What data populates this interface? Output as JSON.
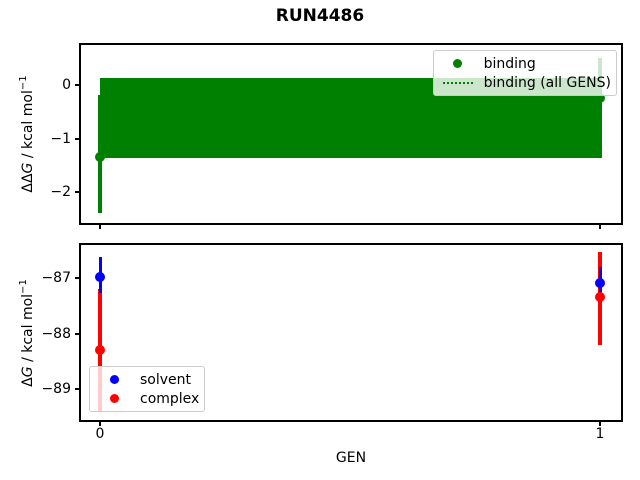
{
  "title": "RUN4486",
  "xlabel": "GEN",
  "colors": {
    "binding": "#008000",
    "solvent": "#0000ff",
    "complex": "#ff0000",
    "spine": "#000000",
    "legend_border": "#cccccc"
  },
  "chart_data": [
    {
      "type": "errorbar",
      "name": "binding-vs-gen",
      "ylabel_parts": [
        {
          "t": "ΔΔ",
          "s": "n"
        },
        {
          "t": "G",
          "s": "i"
        },
        {
          "t": " / kcal mol",
          "s": "n"
        },
        {
          "t": "−1",
          "s": "sup"
        }
      ],
      "xlim": [
        -0.042,
        1.046
      ],
      "ylim": [
        -2.62,
        0.79
      ],
      "yticks": {
        "positions": [
          0,
          -1,
          -2
        ],
        "labels": [
          "0",
          "−1",
          "−2"
        ]
      },
      "xticks": {
        "positions": [
          0,
          1
        ],
        "labels": []
      },
      "grid": false,
      "band": {
        "label": "binding (all GENS)",
        "x": [
          0,
          1
        ],
        "mean": -0.62,
        "lo": -1.36,
        "hi": 0.13,
        "color_key": "binding",
        "line_style": "dotted"
      },
      "series": [
        {
          "name": "binding",
          "color_key": "binding",
          "points": [
            {
              "x": 0,
              "y": -1.35,
              "lo": -2.39,
              "hi": -0.19
            },
            {
              "x": 1,
              "y": -0.24,
              "lo": -0.98,
              "hi": 0.5
            }
          ]
        }
      ],
      "legend": {
        "position": "upper-right",
        "entries": [
          {
            "label": "binding",
            "marker": "dot",
            "color_key": "binding"
          },
          {
            "label": "binding (all GENS)",
            "marker": "dotted",
            "color_key": "binding"
          }
        ]
      }
    },
    {
      "type": "errorbar",
      "name": "dg-vs-gen",
      "ylabel_parts": [
        {
          "t": "Δ",
          "s": "n"
        },
        {
          "t": "G",
          "s": "i"
        },
        {
          "t": " / kcal mol",
          "s": "n"
        },
        {
          "t": "−1",
          "s": "sup"
        }
      ],
      "xlim": [
        -0.042,
        1.046
      ],
      "ylim": [
        -89.59,
        -86.37
      ],
      "yticks": {
        "positions": [
          -87,
          -88,
          -89
        ],
        "labels": [
          "−87",
          "−88",
          "−89"
        ]
      },
      "xticks": {
        "positions": [
          0,
          1
        ],
        "labels": [
          "0",
          "1"
        ]
      },
      "grid": false,
      "series": [
        {
          "name": "solvent",
          "color_key": "solvent",
          "points": [
            {
              "x": 0,
              "y": -86.98,
              "lo": -87.27,
              "hi": -86.63
            },
            {
              "x": 1,
              "y": -87.09,
              "lo": -87.38,
              "hi": -86.8
            }
          ]
        },
        {
          "name": "complex",
          "color_key": "complex",
          "points": [
            {
              "x": 0,
              "y": -88.3,
              "lo": -89.4,
              "hi": -87.2
            },
            {
              "x": 1,
              "y": -87.35,
              "lo": -88.21,
              "hi": -86.53
            }
          ]
        }
      ],
      "legend": {
        "position": "lower-left",
        "entries": [
          {
            "label": "solvent",
            "marker": "dot",
            "color_key": "solvent"
          },
          {
            "label": "complex",
            "marker": "dot",
            "color_key": "complex"
          }
        ]
      }
    }
  ]
}
